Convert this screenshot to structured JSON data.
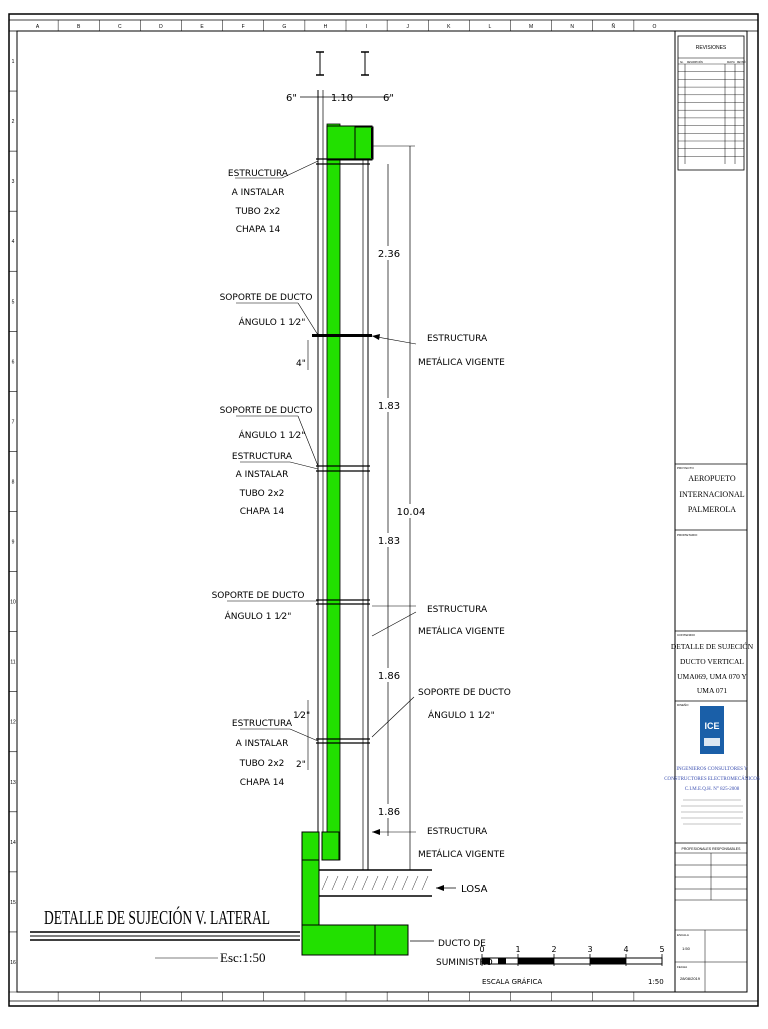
{
  "grid": {
    "columns": [
      "A",
      "B",
      "C",
      "D",
      "E",
      "F",
      "G",
      "H",
      "I",
      "J",
      "K",
      "L",
      "M",
      "N",
      "Ñ",
      "O"
    ],
    "rows": [
      "1",
      "2",
      "3",
      "4",
      "5",
      "6",
      "7",
      "8",
      "9",
      "10",
      "11",
      "12",
      "13",
      "14",
      "15",
      "16"
    ]
  },
  "drawing": {
    "title": "DETALLE DE SUJECIÓN V. LATERAL",
    "scale": "Esc:1:50",
    "dims": {
      "top_left": "6\"",
      "top_mid": "1.10",
      "top_right": "6\"",
      "d1": "2.36",
      "d2": "1.83",
      "d3": "1.83",
      "d4": "1.86",
      "d5": "1.86",
      "total": "10.04",
      "off_4": "4\"",
      "off_half": "1⁄2\"",
      "off_2": "2\""
    },
    "callouts": {
      "estructura_instalar_1": [
        "ESTRUCTURA",
        "A INSTALAR",
        "TUBO 2x2",
        "CHAPA 14"
      ],
      "soporte_1": [
        "SOPORTE DE DUCTO",
        "ÁNGULO 1 1⁄2\""
      ],
      "soporte_2": [
        "SOPORTE DE DUCTO",
        "ÁNGULO 1 1⁄2\""
      ],
      "estructura_instalar_2": [
        "ESTRUCTURA",
        "A INSTALAR",
        "TUBO 2x2",
        "CHAPA 14"
      ],
      "soporte_3": [
        "SOPORTE DE DUCTO",
        "ÁNGULO 1 1⁄2\""
      ],
      "estructura_instalar_3": [
        "ESTRUCTURA",
        "A INSTALAR",
        "TUBO 2x2",
        "CHAPA 14"
      ],
      "metalica_1": [
        "ESTRUCTURA",
        "METÁLICA VIGENTE"
      ],
      "metalica_2": [
        "ESTRUCTURA",
        "METÁLICA VIGENTE"
      ],
      "soporte_r": [
        "SOPORTE DE DUCTO",
        "ÁNGULO 1 1⁄2\""
      ],
      "metalica_3": [
        "ESTRUCTURA",
        "METÁLICA VIGENTE"
      ],
      "losa": "LOSA",
      "ducto_suministro": [
        "DUCTO DE",
        "SUMINISTRO"
      ]
    },
    "scale_bar": {
      "ticks": [
        "0",
        "1",
        "2",
        "3",
        "4",
        "5"
      ],
      "label": "ESCALA GRÁFICA",
      "ratio": "1:50"
    }
  },
  "title_block": {
    "revisiones": "REVISIONES",
    "rev_headers": [
      "No.",
      "DESCRIPCIÓN",
      "FECHA",
      "REVISÓ"
    ],
    "proyecto_label": "PROYECTO",
    "proyecto": [
      "AEROPUETO",
      "INTERNACIONAL",
      "PALMEROLA"
    ],
    "propietario_label": "PROPIETARIO",
    "contenido_label": "CONTENIDO",
    "contenido": [
      "DETALLE DE SUJECIÓN",
      "DUCTO VERTICAL",
      "UMA069, UMA 070 Y",
      "UMA 071"
    ],
    "diseno_label": "DISEÑO",
    "logo_text": "ICE",
    "firma": [
      "INGENIEROS CONSULTORES Y",
      "CONSTRUCTORES ELECTROMECÁNICOS",
      "C.I.M.E.Q.H. N° 825-2008"
    ],
    "profesionales": "PROFESIONALES RESPONSABLES",
    "fecha_label": "FECHA",
    "fecha": "28/08/2019",
    "escala_label": "ESCALA",
    "escala": "1:50"
  },
  "colors": {
    "duct": "#22e000",
    "line": "#000000",
    "logo_blue": "#1a5fa8",
    "firm_text": "#3b4fb0"
  }
}
